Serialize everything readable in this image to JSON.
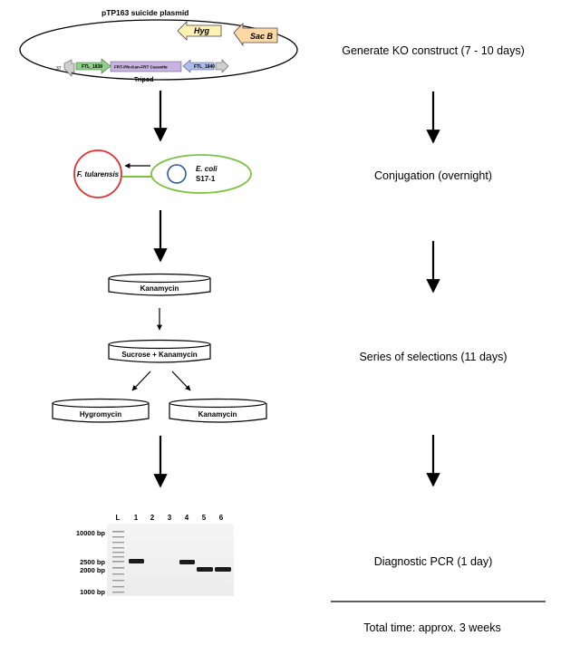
{
  "plasmid": {
    "title": "pTP163 suicide plasmid",
    "marker_hyg": "Hyg",
    "marker_sacb": "Sac B",
    "gene_left": "FTL_1838",
    "cassette": "FRT-Pfn-Kan-FRT Cassette",
    "gene_right": "FTL_1840",
    "fragment_label": "Tripod",
    "fragment_prefix": "37"
  },
  "conjugation": {
    "recipient": "F. tularensis",
    "donor_line1": "E. coli",
    "donor_line2": "S17-1"
  },
  "selection": {
    "plate1": "Kanamycin",
    "plate2": "Sucrose + Kanamycin",
    "plate3": "Hygromycin",
    "plate4": "Kanamycin"
  },
  "gel": {
    "lane_labels": [
      "L",
      "1",
      "2",
      "3",
      "4",
      "5",
      "6"
    ],
    "markers": [
      "10000 bp",
      "2500 bp",
      "2000 bp",
      "1000 bp"
    ]
  },
  "steps": [
    "Generate KO construct (7 - 10 days)",
    "Conjugation (overnight)",
    "Series of selections (11 days)",
    "Diagnostic PCR (1 day)"
  ],
  "total_time": "Total time: approx. 3 weeks",
  "colors": {
    "hyg_fill": "#fff2b3",
    "sacb_fill": "#fcd9a4",
    "gene_left_fill": "#8fcf8a",
    "cassette_fill": "#c8b4e0",
    "gene_right_fill": "#aebde8",
    "recipient_outline": "#e03030",
    "donor_outline": "#7cc242",
    "donor_ring": "#2e5a9c"
  }
}
